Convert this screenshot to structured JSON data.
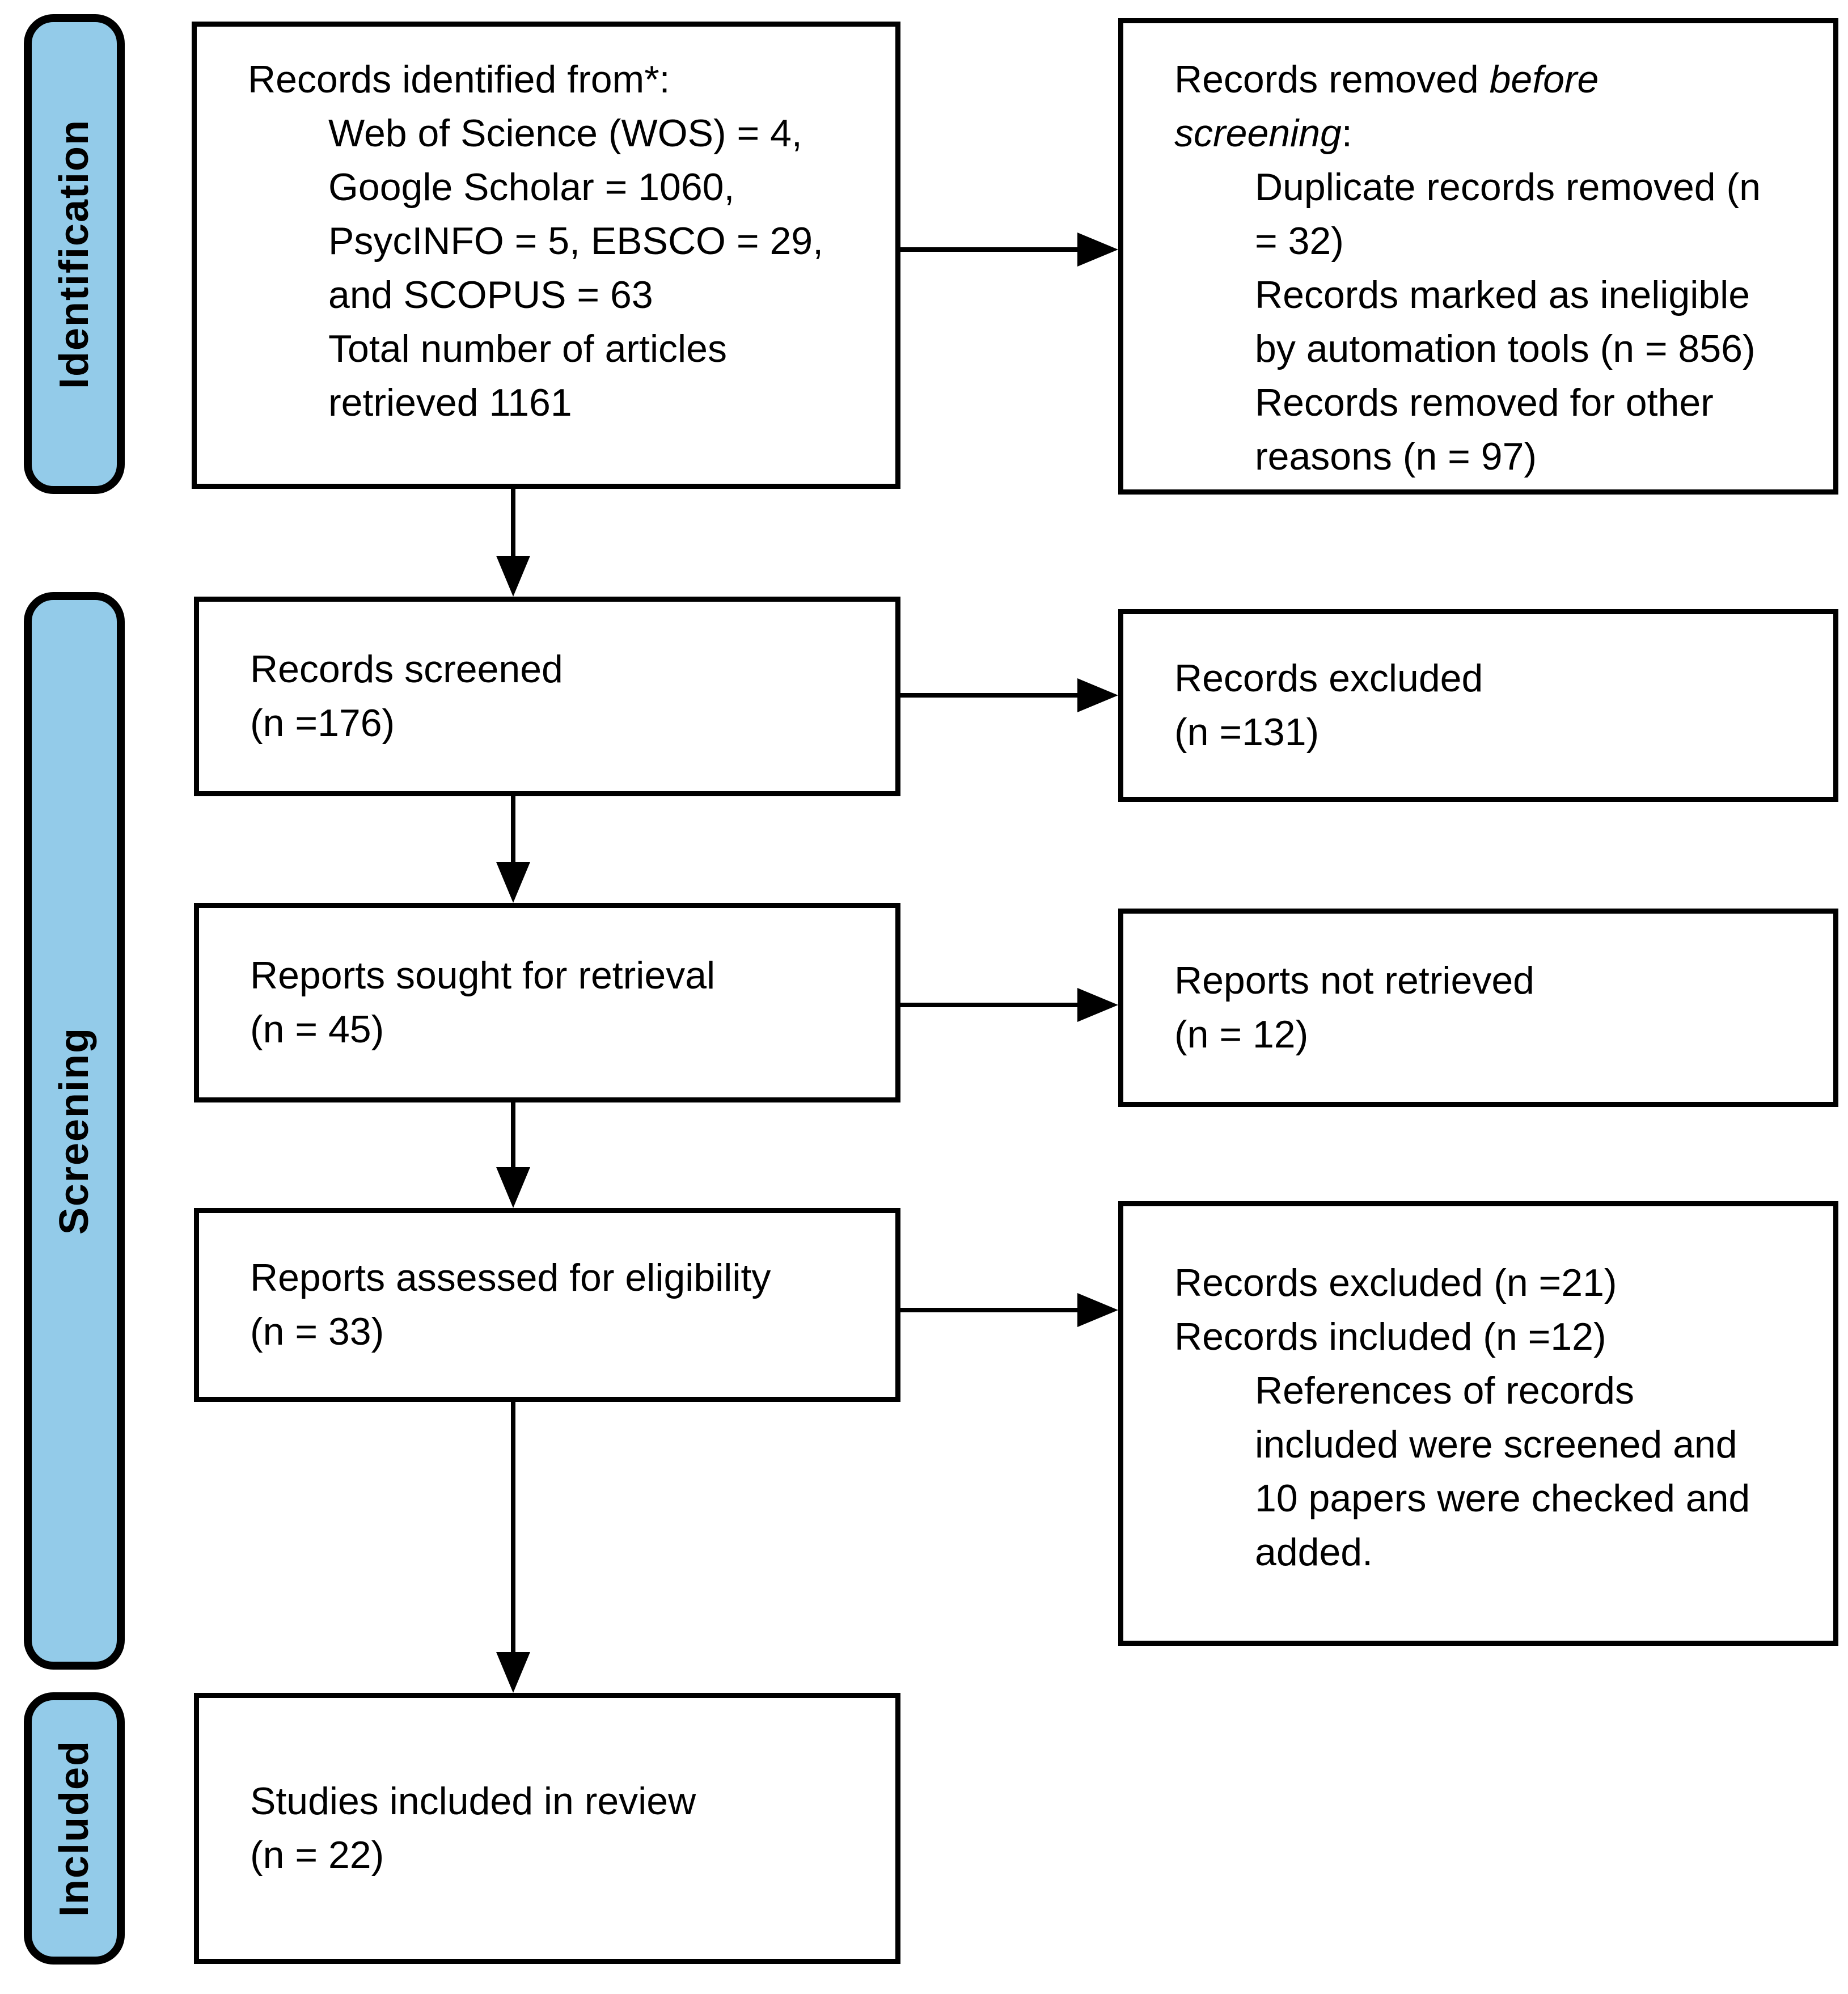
{
  "palette": {
    "stage_fill": "#93CBE9",
    "line_color": "#000000",
    "box_fill": "#FFFFFF",
    "text_color": "#000000"
  },
  "stages": [
    {
      "label": "Identification"
    },
    {
      "label": "Screening"
    },
    {
      "label": "Included"
    }
  ],
  "boxes": {
    "identified": {
      "lines": [
        {
          "indent": 0,
          "segments": [
            {
              "text": "Records identified from*:"
            }
          ]
        },
        {
          "indent": 1,
          "segments": [
            {
              "text": "Web of Science (WOS) = 4,"
            }
          ]
        },
        {
          "indent": 1,
          "segments": [
            {
              "text": "Google Scholar = 1060,"
            }
          ]
        },
        {
          "indent": 1,
          "segments": [
            {
              "text": "PsycINFO = 5, EBSCO = 29,"
            }
          ]
        },
        {
          "indent": 1,
          "segments": [
            {
              "text": "and SCOPUS = 63"
            }
          ]
        },
        {
          "indent": 1,
          "segments": [
            {
              "text": "Total number of articles"
            }
          ]
        },
        {
          "indent": 1,
          "segments": [
            {
              "text": "retrieved 1161"
            }
          ]
        }
      ]
    },
    "removed_before_screening": {
      "lines": [
        {
          "indent": 0,
          "segments": [
            {
              "text": "Records removed "
            },
            {
              "text": "before",
              "italic": true
            }
          ]
        },
        {
          "indent": 0,
          "segments": [
            {
              "text": "screening",
              "italic": true
            },
            {
              "text": ":"
            }
          ]
        },
        {
          "indent": 1,
          "segments": [
            {
              "text": "Duplicate records removed (n"
            }
          ]
        },
        {
          "indent": 1,
          "segments": [
            {
              "text": "= 32)"
            }
          ]
        },
        {
          "indent": 1,
          "segments": [
            {
              "text": "Records marked as ineligible"
            }
          ]
        },
        {
          "indent": 1,
          "segments": [
            {
              "text": "by automation tools (n = 856)"
            }
          ]
        },
        {
          "indent": 1,
          "segments": [
            {
              "text": "Records removed for other"
            }
          ]
        },
        {
          "indent": 1,
          "segments": [
            {
              "text": "reasons (n = 97)"
            }
          ]
        }
      ]
    },
    "screened": {
      "lines": [
        {
          "indent": 0,
          "segments": [
            {
              "text": "Records screened"
            }
          ]
        },
        {
          "indent": 0,
          "segments": [
            {
              "text": "(n =176)"
            }
          ]
        }
      ]
    },
    "records_excluded": {
      "lines": [
        {
          "indent": 0,
          "segments": [
            {
              "text": "Records excluded"
            }
          ]
        },
        {
          "indent": 0,
          "segments": [
            {
              "text": "(n =131)"
            }
          ]
        }
      ]
    },
    "sought": {
      "lines": [
        {
          "indent": 0,
          "segments": [
            {
              "text": "Reports sought for retrieval"
            }
          ]
        },
        {
          "indent": 0,
          "segments": [
            {
              "text": "(n = 45)"
            }
          ]
        }
      ]
    },
    "not_retrieved": {
      "lines": [
        {
          "indent": 0,
          "segments": [
            {
              "text": "Reports not retrieved"
            }
          ]
        },
        {
          "indent": 0,
          "segments": [
            {
              "text": "(n = 12)"
            }
          ]
        }
      ]
    },
    "assessed": {
      "lines": [
        {
          "indent": 0,
          "segments": [
            {
              "text": "Reports assessed for eligibility"
            }
          ]
        },
        {
          "indent": 0,
          "segments": [
            {
              "text": "(n = 33)"
            }
          ]
        }
      ]
    },
    "excluded_included_references": {
      "lines": [
        {
          "indent": 0,
          "segments": [
            {
              "text": "Records excluded (n =21)"
            }
          ]
        },
        {
          "indent": 0,
          "segments": [
            {
              "text": "Records included (n =12)"
            }
          ]
        },
        {
          "indent": 1,
          "segments": [
            {
              "text": "References of records"
            }
          ]
        },
        {
          "indent": 1,
          "segments": [
            {
              "text": "included were screened and"
            }
          ]
        },
        {
          "indent": 1,
          "segments": [
            {
              "text": "10 papers were checked and"
            }
          ]
        },
        {
          "indent": 1,
          "segments": [
            {
              "text": "added."
            }
          ]
        }
      ]
    },
    "included_in_review": {
      "lines": [
        {
          "indent": 0,
          "segments": [
            {
              "text": "Studies included in review"
            }
          ]
        },
        {
          "indent": 0,
          "segments": [
            {
              "text": "(n = 22)"
            }
          ]
        }
      ]
    }
  }
}
